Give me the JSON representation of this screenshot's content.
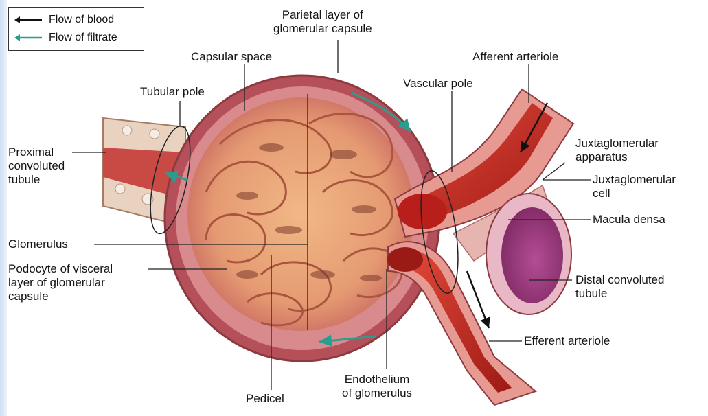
{
  "legend": {
    "blood_label": "Flow of blood",
    "filtrate_label": "Flow of filtrate",
    "blood_color": "#111111",
    "filtrate_color": "#2a9d8f"
  },
  "labels": {
    "parietal_layer": [
      "Parietal layer of",
      "glomerular capsule"
    ],
    "capsular_space": "Capsular space",
    "afferent_arteriole": "Afferent arteriole",
    "tubular_pole": "Tubular pole",
    "vascular_pole": "Vascular pole",
    "proximal_tubule": [
      "Proximal",
      "convoluted",
      "tubule"
    ],
    "juxtaglomerular_apparatus": [
      "Juxtaglomerular",
      "apparatus"
    ],
    "juxtaglomerular_cell": [
      "Juxtaglomerular",
      "cell"
    ],
    "macula_densa": "Macula densa",
    "glomerulus": "Glomerulus",
    "podocyte": [
      "Podocyte of visceral",
      "layer of glomerular",
      "capsule"
    ],
    "distal_tubule": [
      "Distal convoluted",
      "tubule"
    ],
    "efferent_arteriole": "Efferent arteriole",
    "endothelium": [
      "Endothelium",
      "of glomerulus"
    ],
    "pedicel": "Pedicel"
  },
  "colors": {
    "capsule_wall": "#b5505a",
    "capsular_space": "#d98a8c",
    "glomerulus_loops": "#f0b27a",
    "vessel": "#c0261f",
    "tubule_wall": "#e9d2bf",
    "distal_tubule": "#a0377c"
  }
}
